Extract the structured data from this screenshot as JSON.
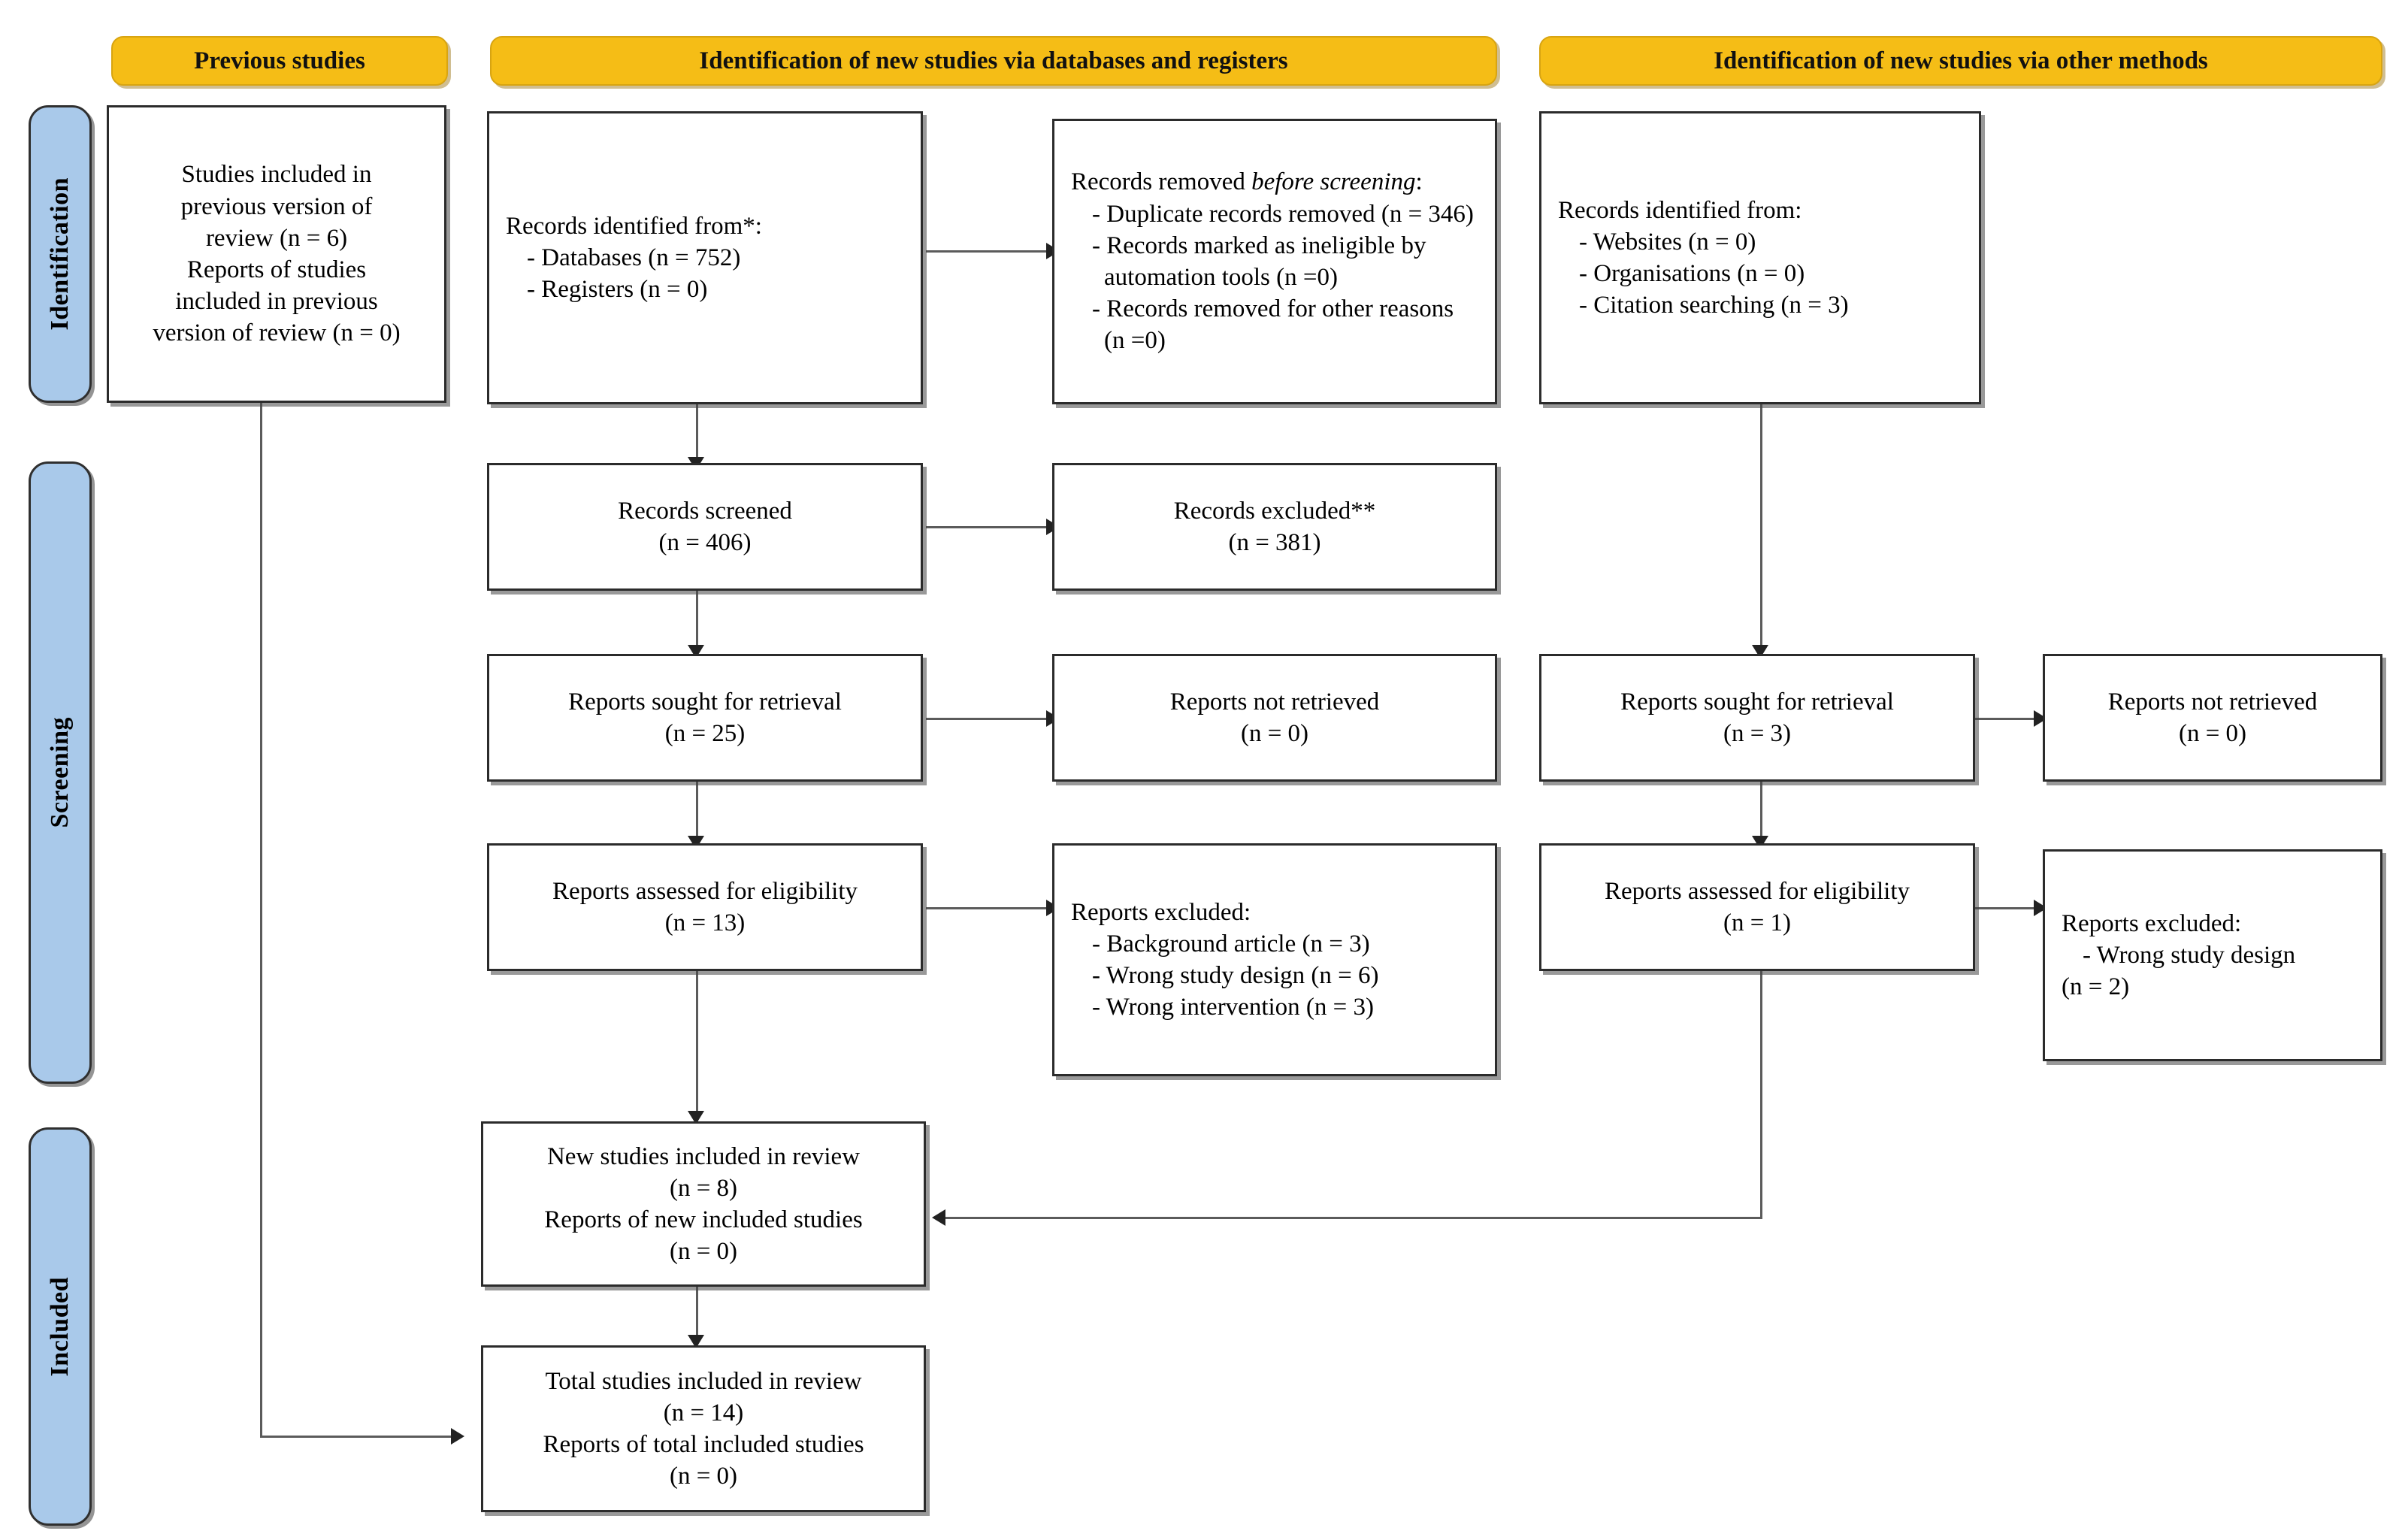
{
  "diagram": {
    "title": "PRISMA 2020 flow diagram for updated systematic reviews",
    "colors": {
      "header_gold": "#f5bd16",
      "stage_blue": "#a9c9ea",
      "box_border": "#2b2b2b",
      "connector": "#5b5b5b"
    }
  },
  "stages": [
    {
      "label": "Identification"
    },
    {
      "label": "Screening"
    },
    {
      "label": "Included"
    }
  ],
  "headers": [
    {
      "label": "Previous studies"
    },
    {
      "label": "Identification of new studies via databases and registers"
    },
    {
      "label": "Identification of new studies via other methods"
    }
  ],
  "boxes": {
    "previous_studies": {
      "lines": [
        "Studies included in",
        "previous version of",
        "review (n = 6)",
        "Reports of studies",
        "included in previous",
        "version of review (n = 0)"
      ]
    },
    "records_identified": {
      "heading": "Records identified from*:",
      "items": [
        "- Databases (n = 752)",
        "- Registers (n = 0)"
      ]
    },
    "records_removed": {
      "heading_plain": "Records removed ",
      "heading_italic": "before screening",
      "heading_tail": ":",
      "items": [
        "- Duplicate records removed (n = 346)",
        "- Records marked as ineligible by automation tools (n =0)",
        "- Records removed for other reasons (n =0)"
      ]
    },
    "other_identified": {
      "heading": "Records identified from:",
      "items": [
        "- Websites (n = 0)",
        "- Organisations (n = 0)",
        "- Citation searching (n = 3)"
      ]
    },
    "records_screened": {
      "lines": [
        "Records screened",
        "(n = 406)"
      ]
    },
    "records_excluded": {
      "lines": [
        "Records excluded**",
        "(n = 381)"
      ]
    },
    "reports_sought_db": {
      "lines": [
        "Reports sought for retrieval",
        "(n = 25)"
      ]
    },
    "reports_not_retrieved_db": {
      "lines": [
        "Reports not retrieved",
        "(n = 0)"
      ]
    },
    "reports_sought_other": {
      "lines": [
        "Reports sought for retrieval",
        "(n = 3)"
      ]
    },
    "reports_not_retrieved_other": {
      "lines": [
        "Reports not retrieved",
        "(n = 0)"
      ]
    },
    "reports_assessed_db": {
      "lines": [
        "Reports assessed for eligibility",
        "(n = 13)"
      ]
    },
    "reports_excluded_db": {
      "heading": "Reports excluded:",
      "items": [
        "- Background article (n = 3)",
        "- Wrong study design (n = 6)",
        "- Wrong intervention (n = 3)"
      ]
    },
    "reports_assessed_other": {
      "lines": [
        "Reports assessed for eligibility",
        "(n = 1)"
      ]
    },
    "reports_excluded_other": {
      "heading": "Reports excluded:",
      "items": [
        "- Wrong study design",
        "(n = 2)"
      ]
    },
    "new_studies_included": {
      "lines": [
        "New studies included in review",
        "(n = 8)",
        "Reports of new included studies",
        "(n = 0)"
      ]
    },
    "total_studies_included": {
      "lines": [
        "Total studies included in review",
        "(n = 14)",
        "Reports of total included studies",
        "(n = 0)"
      ]
    }
  }
}
